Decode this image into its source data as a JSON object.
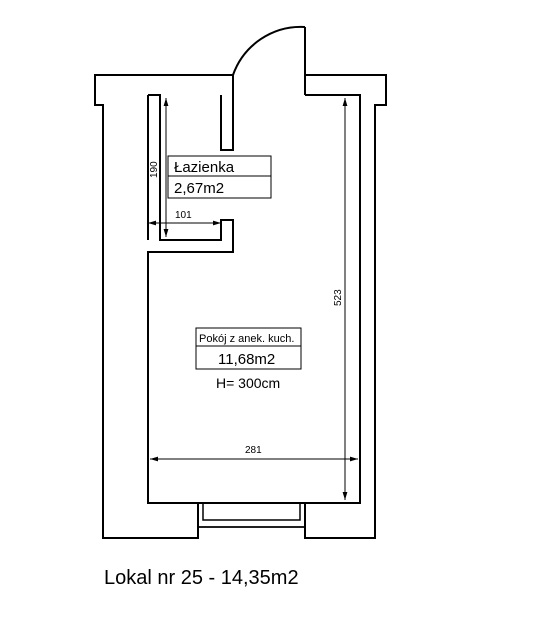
{
  "plan": {
    "unit_title": "Lokal nr 25 - 14,35m2",
    "bathroom": {
      "name": "Łazienka",
      "area": "2,67m2"
    },
    "main_room": {
      "name": "Pokój z anek. kuch.",
      "area": "11,68m2",
      "height": "H= 300cm"
    },
    "dimensions": {
      "bathroom_height": "190",
      "bathroom_width": "101",
      "room_length": "523",
      "room_width": "281"
    }
  }
}
